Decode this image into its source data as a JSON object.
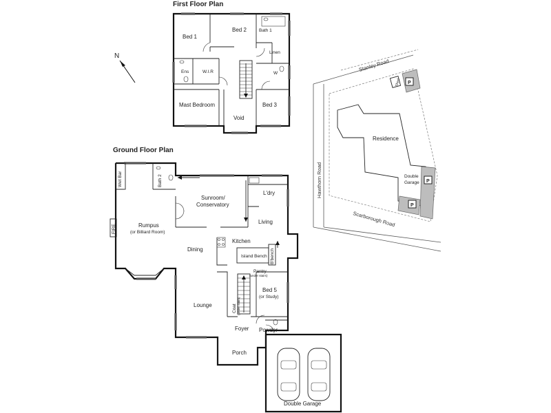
{
  "titles": {
    "first_floor": "First Floor Plan",
    "ground_floor": "Ground Floor Plan"
  },
  "compass": {
    "label": "N"
  },
  "first_floor_rooms": {
    "bed1": "Bed 1",
    "bed2": "Bed 2",
    "bath1": "Bath 1",
    "linen": "Linen",
    "ens": "Ens",
    "wir": "W.I.R",
    "wc": "W",
    "mast_bedroom": "Mast Bedroom",
    "void": "Void",
    "bed3": "Bed 3"
  },
  "ground_floor_rooms": {
    "wet_bar": "Wet Bar",
    "bath2": "Bath 2",
    "fire": "FIRE",
    "rumpus": "Rumpus",
    "rumpus_note": "(or Billiard Room)",
    "sunroom": "Sunroom/",
    "conservatory": "Conservatory",
    "ldry": "L'dry",
    "living": "Living",
    "dining": "Dining",
    "kitchen": "Kitchen",
    "island_bench": "Island Bench",
    "b_bench": "B'bench",
    "pantry": "Pantry",
    "pantry_note": "(under stairs)",
    "lounge": "Lounge",
    "bed5": "Bed 5",
    "bed5_note": "(or Study)",
    "coat": "Coat",
    "coat_note": "(under stairs)",
    "foyer": "Foyer",
    "powder": "Powder",
    "porch": "Porch",
    "double_garage": "Double Garage"
  },
  "site_plan": {
    "stanley_road": "Stanley Road",
    "hawthorn_road": "Hawthorn Road",
    "scarborough_road": "Scarborough Road",
    "residence": "Residence",
    "double_garage_line1": "Double",
    "double_garage_line2": "Garage",
    "shed": "Shed",
    "parking_label": "P",
    "colors": {
      "parking": "#bdbdbd"
    }
  }
}
